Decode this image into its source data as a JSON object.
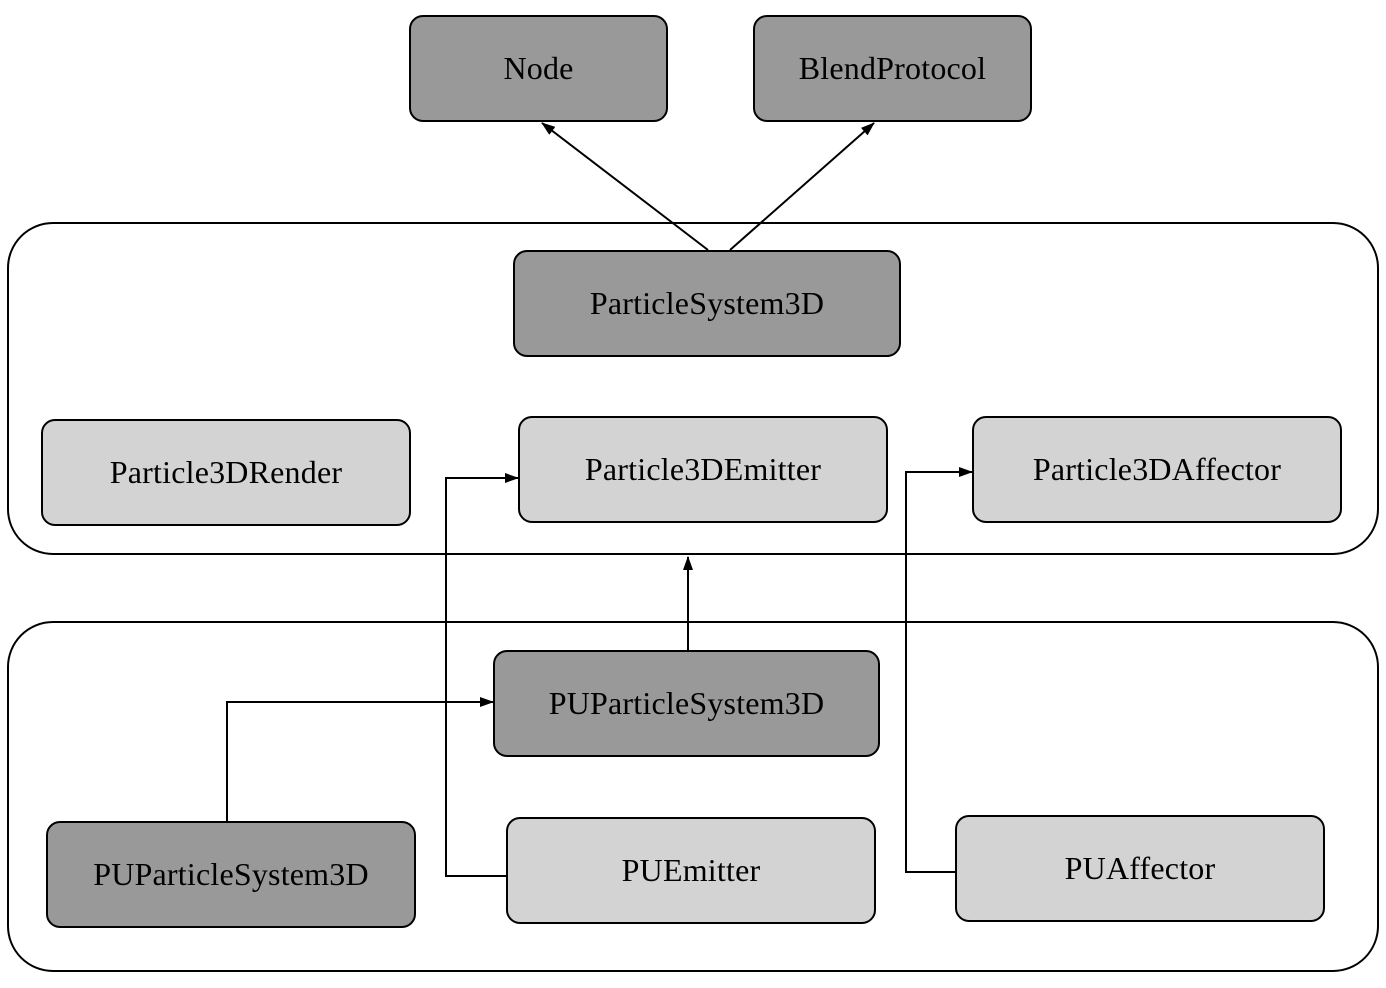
{
  "nodes": {
    "node": "Node",
    "blend_protocol": "BlendProtocol",
    "particle_system_3d": "ParticleSystem3D",
    "particle_3d_render": "Particle3DRender",
    "particle_3d_emitter": "Particle3DEmitter",
    "particle_3d_affector": "Particle3DAffector",
    "pu_particle_system_3d": "PUParticleSystem3D",
    "pu_particle_system_3d_child": "PUParticleSystem3D",
    "pu_emitter": "PUEmitter",
    "pu_affector": "PUAffector"
  },
  "colors": {
    "dark_fill": "#999999",
    "light_fill": "#d3d3d3",
    "stroke": "#000000"
  }
}
